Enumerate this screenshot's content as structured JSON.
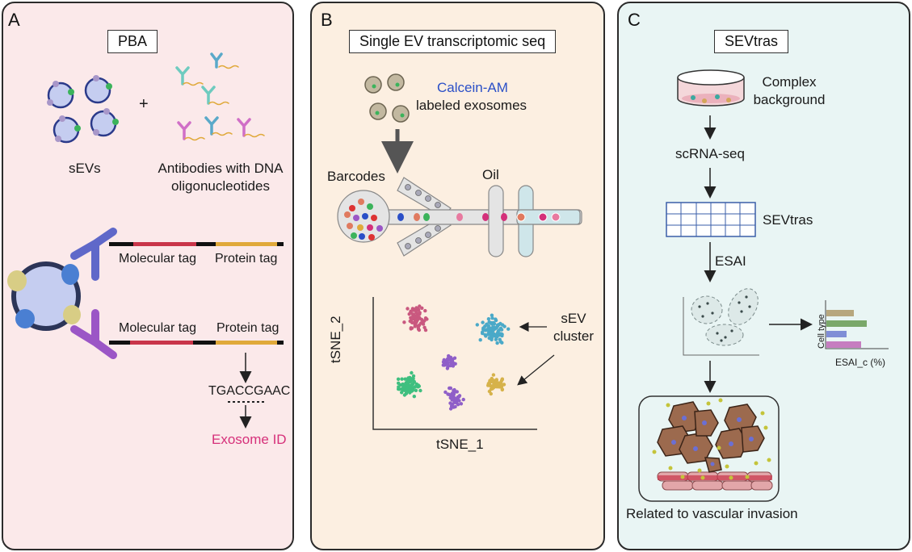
{
  "panel_a": {
    "letter": "A",
    "title": "PBA",
    "sevs_label": "sEVs",
    "plus": "+",
    "antibodies_label_1": "Antibodies with DNA",
    "antibodies_label_2": "oligonucleotides",
    "molecular_tag_1": "Molecular tag",
    "protein_tag_1": "Protein tag",
    "molecular_tag_2": "Molecular tag",
    "protein_tag_2": "Protein tag",
    "sequence": "TGACCGAAC",
    "exosome_id": "Exosome ID",
    "exosome_id_color": "#d6307a"
  },
  "panel_b": {
    "letter": "B",
    "title": "Single EV transcriptomic seq",
    "calcein": "Calcein-AM",
    "calcein_color": "#2a4fc7",
    "labeled": "labeled exosomes",
    "barcodes": "Barcodes",
    "oil": "Oil",
    "cluster_1": "sEV",
    "cluster_2": "cluster",
    "x_axis": "tSNE_1",
    "y_axis": "tSNE_2"
  },
  "panel_c": {
    "letter": "C",
    "title": "SEVtras",
    "complex_1": "Complex",
    "complex_2": "background",
    "scrna": "scRNA-seq",
    "sevtras_grid": "SEVtras",
    "esai": "ESAI",
    "cell_type": "Cell  type",
    "esai_c": "ESAI_c (%)",
    "related": "Related to vascular invasion"
  },
  "colors": {
    "panel_a_bg": "#fbe9ea",
    "panel_b_bg": "#fcefe1",
    "panel_c_bg": "#e9f5f4",
    "molecular_tag": "#c9354a",
    "protein_tag": "#e0a93a",
    "antibody_blue": "#5f68c9",
    "antibody_purple": "#9b56c6"
  }
}
